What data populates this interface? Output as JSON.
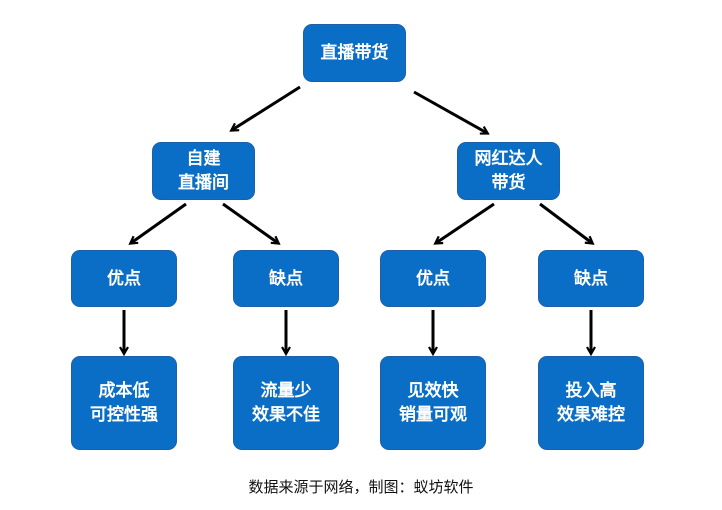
{
  "nodes": {
    "root": [
      "直播带货"
    ],
    "self_live": [
      "自建",
      "直播间"
    ],
    "influencer": [
      "网红达人",
      "带货"
    ],
    "self_pros": [
      "优点"
    ],
    "self_cons": [
      "缺点"
    ],
    "inf_pros": [
      "优点"
    ],
    "inf_cons": [
      "缺点"
    ],
    "self_pros_detail": [
      "成本低",
      "可控性强"
    ],
    "self_cons_detail": [
      "流量少",
      "效果不佳"
    ],
    "inf_pros_detail": [
      "见效快",
      "销量可观"
    ],
    "inf_cons_detail": [
      "投入高",
      "效果难控"
    ]
  },
  "caption": "数据来源于网络，制图：蚁坊软件",
  "colors": {
    "node_fill": "#0a6ec7",
    "node_border": "#1d5fa8",
    "node_text": "#ffffff",
    "arrow": "#000000"
  }
}
